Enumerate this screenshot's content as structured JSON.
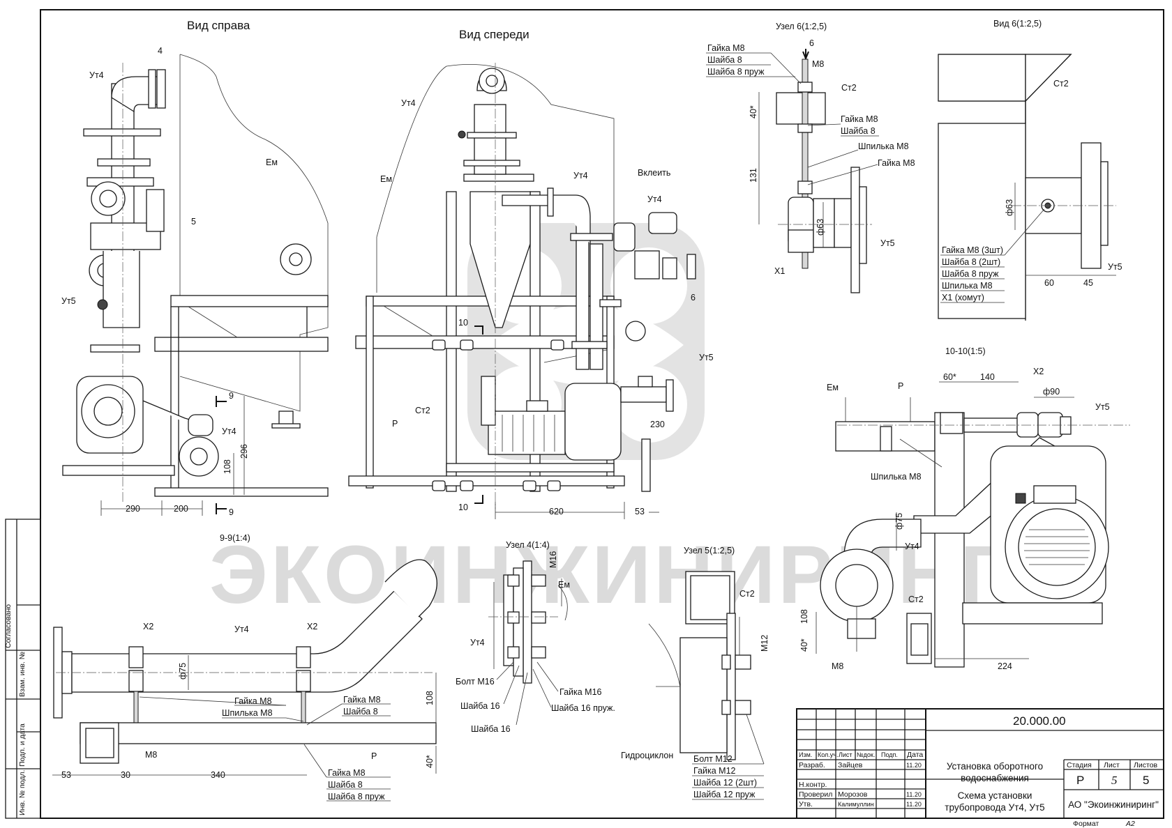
{
  "watermark": "ЭКОИНЖИНИРИНГ",
  "views": {
    "right_view": "Вид справа",
    "front_view": "Вид спереди",
    "node6": "Узел 6(1:2,5)",
    "view6": "Вид 6(1:2,5)",
    "section1010": "10-10(1:5)",
    "section99": "9-9(1:4)",
    "node4": "Узел 4(1:4)",
    "node5": "Узел 5(1:2,5)"
  },
  "labels": {
    "ut4": "Ут4",
    "ut5": "Ут5",
    "em": "Ем",
    "st2": "Ст2",
    "r": "Р",
    "x1": "Х1",
    "x2": "Х2",
    "vkleit": "Вклеить",
    "n4": "4",
    "n5": "5",
    "n6": "6",
    "n9": "9",
    "n10": "10",
    "gidrociklon": "Гидроциклон"
  },
  "dims": {
    "d290": "290",
    "d200": "200",
    "d296": "296",
    "d108": "108",
    "d620": "620",
    "d53": "53",
    "d230": "230",
    "d40s": "40*",
    "d131": "131",
    "phi63": "ф63",
    "m8": "М8",
    "d60": "60",
    "d45": "45",
    "d60s": "60*",
    "d140": "140",
    "phi90": "ф90",
    "phi75": "ф75",
    "d224": "224",
    "m16": "М16",
    "m12": "М12",
    "d30": "30",
    "d340": "340"
  },
  "callouts": {
    "node6": [
      "Гайка М8",
      "Шайба 8",
      "Шайба 8 пруж"
    ],
    "node6_mid": [
      "Гайка М8",
      "Шайба 8"
    ],
    "node6_stud": "Шпилька М8",
    "node6_nut": "Гайка М8",
    "view6": [
      "Гайка М8 (3шт)",
      "Шайба 8 (2шт)",
      "Шайба 8 пруж",
      "Шпилька М8",
      "Х1 (хомут)"
    ],
    "sec1010_stud": "Шпилька М8",
    "sec99_left": [
      "Гайка М8",
      "Шпилька М8"
    ],
    "sec99_right": [
      "Гайка М8",
      "Шайба 8"
    ],
    "sec99_bottom": [
      "Гайка М8",
      "Шайба 8",
      "Шайба 8 пруж"
    ],
    "node4_left": [
      "Болт М16",
      "Шайба 16",
      "Шайба 16"
    ],
    "node4_right": [
      "Гайка М16",
      "Шайба 16 пруж."
    ],
    "node5": [
      "Болт М12",
      "Гайка М12",
      "Шайба 12 (2шт)",
      "Шайба 12 пруж"
    ]
  },
  "side_strip": [
    "Согласовано",
    "Взам. инв. №",
    "Подп. и дата",
    "Инв. № подл."
  ],
  "title_block": {
    "doc_number": "20.000.00",
    "headers": [
      "Изм.",
      "Кол.уч.",
      "Лист",
      "№док.",
      "Подп.",
      "Дата"
    ],
    "rows": [
      {
        "role": "Разраб.",
        "name": "Зайцев",
        "date": "11.20"
      },
      {
        "role": "Н.контр.",
        "name": "",
        "date": ""
      },
      {
        "role": "Проверил",
        "name": "Морозов",
        "date": "11.20"
      },
      {
        "role": "Утв.",
        "name": "Калимуллин",
        "date": "11.20"
      }
    ],
    "project_line1": "Установка оборотного",
    "project_line2": "водоснабжения",
    "drawing_line1": "Схема установки",
    "drawing_line2": "трубопровода Ут4, Ут5",
    "stage_label": "Стадия",
    "sheet_label": "Лист",
    "sheets_label": "Листов",
    "stage": "Р",
    "sheet": "5",
    "sheets": "5",
    "company": "АО \"Экоинжиниринг\"",
    "format_label": "Формат",
    "format": "А2"
  }
}
